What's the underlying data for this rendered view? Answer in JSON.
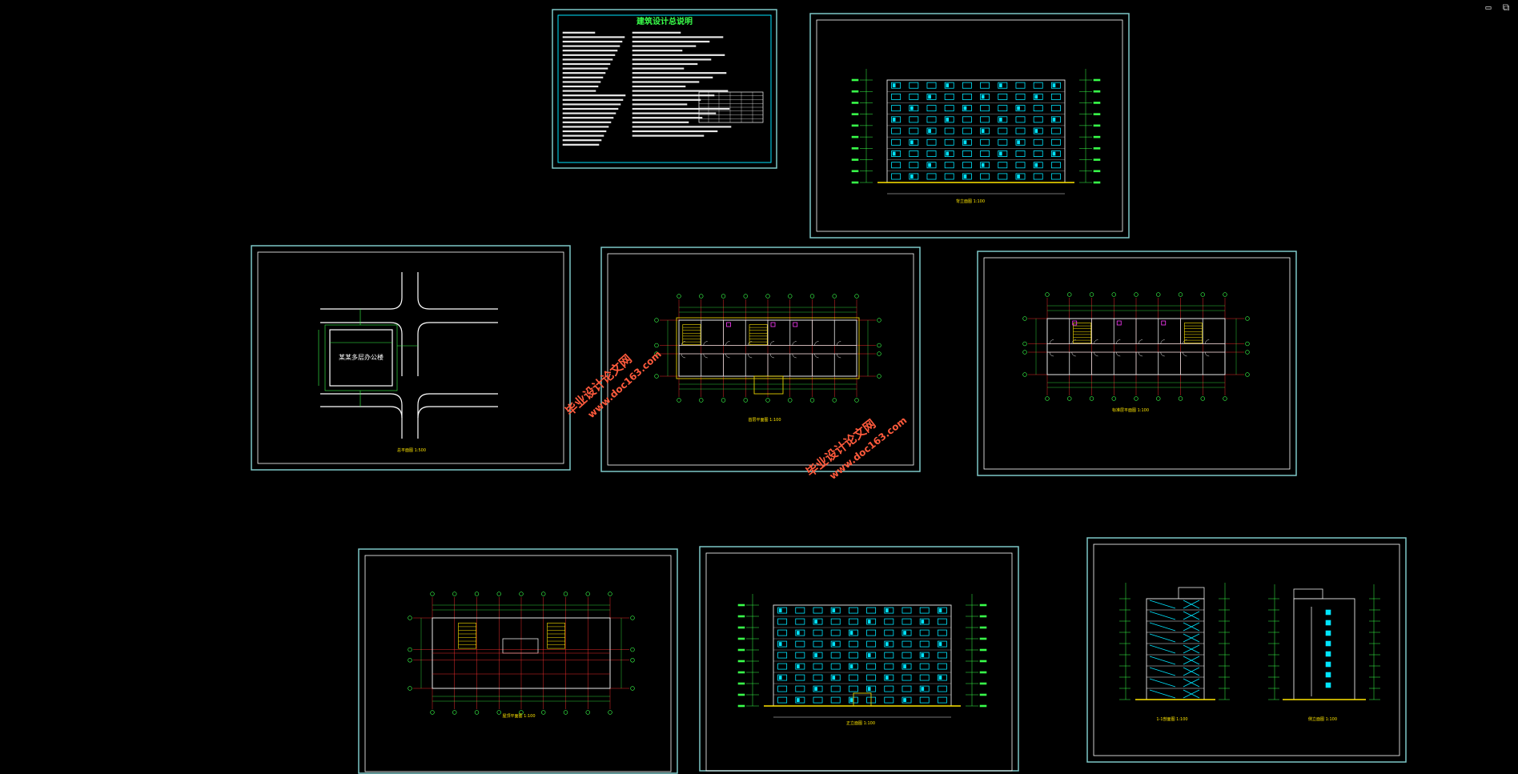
{
  "window": {
    "minimize_glyph": "▭",
    "restore_glyph": "⧉"
  },
  "colors": {
    "background": "#000000",
    "frame": "#7ec8c8",
    "cyan": "#00e5ff",
    "green": "#39ff4a",
    "yellow": "#ffe600",
    "red": "#ff3030",
    "white": "#e8e8e8",
    "magenta": "#ff3cff",
    "watermark": "#ff5a3c"
  },
  "sheets": {
    "design_notes": {
      "title": "建筑设计总说明"
    },
    "site_plan": {
      "building_label": "某某多层办公楼",
      "caption": "总平面图 1:500"
    },
    "ground_floor": {
      "caption": "首层平面图 1:100"
    },
    "typical_floor": {
      "caption": "标准层平面图 1:100"
    },
    "roof_plan": {
      "caption": "屋顶平面图 1:100"
    },
    "rear_elevation": {
      "caption": "背立面图 1:100"
    },
    "front_elevation": {
      "caption": "正立面图 1:100"
    },
    "side_elevations": {
      "section_caption": "1-1剖面图 1:100",
      "side_caption": "侧立面图 1:100"
    }
  },
  "watermarks": [
    {
      "line1": "毕业设计论文网",
      "line2": "www.doc163.com"
    },
    {
      "line1": "毕业设计论文网",
      "line2": "www.doc163.com"
    }
  ]
}
